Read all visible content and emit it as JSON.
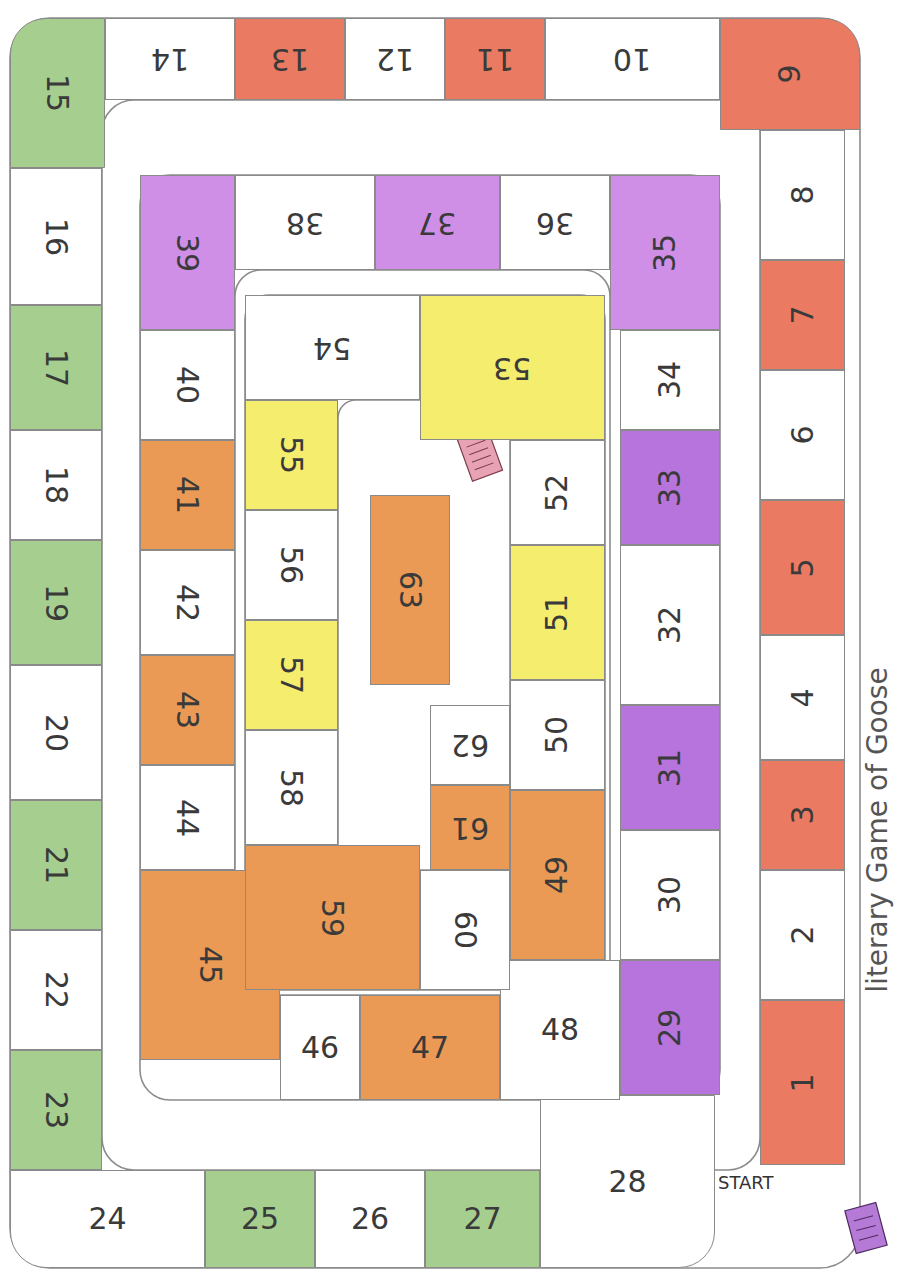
{
  "diagram": {
    "title": "literary Game of Goose",
    "nodes": [
      {
        "text": [
          "1"
        ]
      },
      {
        "text": [
          "2"
        ]
      },
      {
        "text": [
          "3"
        ]
      },
      {
        "text": [
          "4"
        ]
      },
      {
        "text": [
          "5"
        ]
      },
      {
        "text": [
          "6"
        ]
      },
      {
        "text": [
          "7"
        ]
      },
      {
        "text": [
          "8"
        ]
      },
      {
        "text": [
          "9"
        ]
      },
      {
        "text": [
          "10"
        ]
      },
      {
        "text": [
          "11"
        ]
      },
      {
        "text": [
          "12"
        ]
      },
      {
        "text": [
          "13"
        ]
      },
      {
        "text": [
          "14"
        ]
      },
      {
        "text": [
          "15"
        ]
      },
      {
        "text": [
          "16"
        ]
      },
      {
        "text": [
          "17"
        ]
      },
      {
        "text": [
          "18"
        ]
      },
      {
        "text": [
          "19"
        ]
      },
      {
        "text": [
          "20"
        ]
      },
      {
        "text": [
          "21"
        ]
      },
      {
        "text": [
          "22"
        ]
      },
      {
        "text": [
          "23"
        ]
      },
      {
        "text": [
          "24"
        ]
      },
      {
        "text": [
          "25"
        ]
      },
      {
        "text": [
          "26"
        ]
      },
      {
        "text": [
          "27"
        ]
      },
      {
        "text": [
          "28"
        ]
      },
      {
        "text": [
          "29"
        ]
      },
      {
        "text": [
          "30"
        ]
      },
      {
        "text": [
          "31"
        ]
      },
      {
        "text": [
          "32"
        ]
      },
      {
        "text": [
          "33"
        ]
      },
      {
        "text": [
          "34"
        ]
      },
      {
        "text": [
          "35"
        ]
      },
      {
        "text": [
          "36"
        ]
      },
      {
        "text": [
          "37"
        ]
      },
      {
        "text": [
          "38"
        ]
      },
      {
        "text": [
          "39"
        ]
      },
      {
        "text": [
          "40"
        ]
      },
      {
        "text": [
          "41"
        ]
      },
      {
        "text": [
          "42"
        ]
      },
      {
        "text": [
          "43"
        ]
      },
      {
        "text": [
          "44"
        ]
      },
      {
        "text": [
          "45"
        ]
      },
      {
        "text": [
          "46"
        ]
      },
      {
        "text": [
          "47"
        ]
      },
      {
        "text": [
          "48"
        ]
      },
      {
        "text": [
          "49"
        ]
      },
      {
        "text": [
          "50"
        ]
      },
      {
        "text": [
          "51"
        ]
      },
      {
        "text": [
          "52"
        ]
      },
      {
        "text": [
          "53"
        ]
      },
      {
        "text": [
          "54"
        ]
      },
      {
        "text": [
          "55"
        ]
      },
      {
        "text": [
          "56"
        ]
      },
      {
        "text": [
          "57"
        ]
      },
      {
        "text": [
          "58"
        ]
      },
      {
        "text": [
          "59"
        ]
      },
      {
        "text": [
          "60"
        ]
      },
      {
        "text": [
          "61"
        ]
      },
      {
        "text": [
          "62"
        ]
      },
      {
        "text": [
          "63"
        ]
      }
    ],
    "labels": [
      "START"
    ]
  }
}
